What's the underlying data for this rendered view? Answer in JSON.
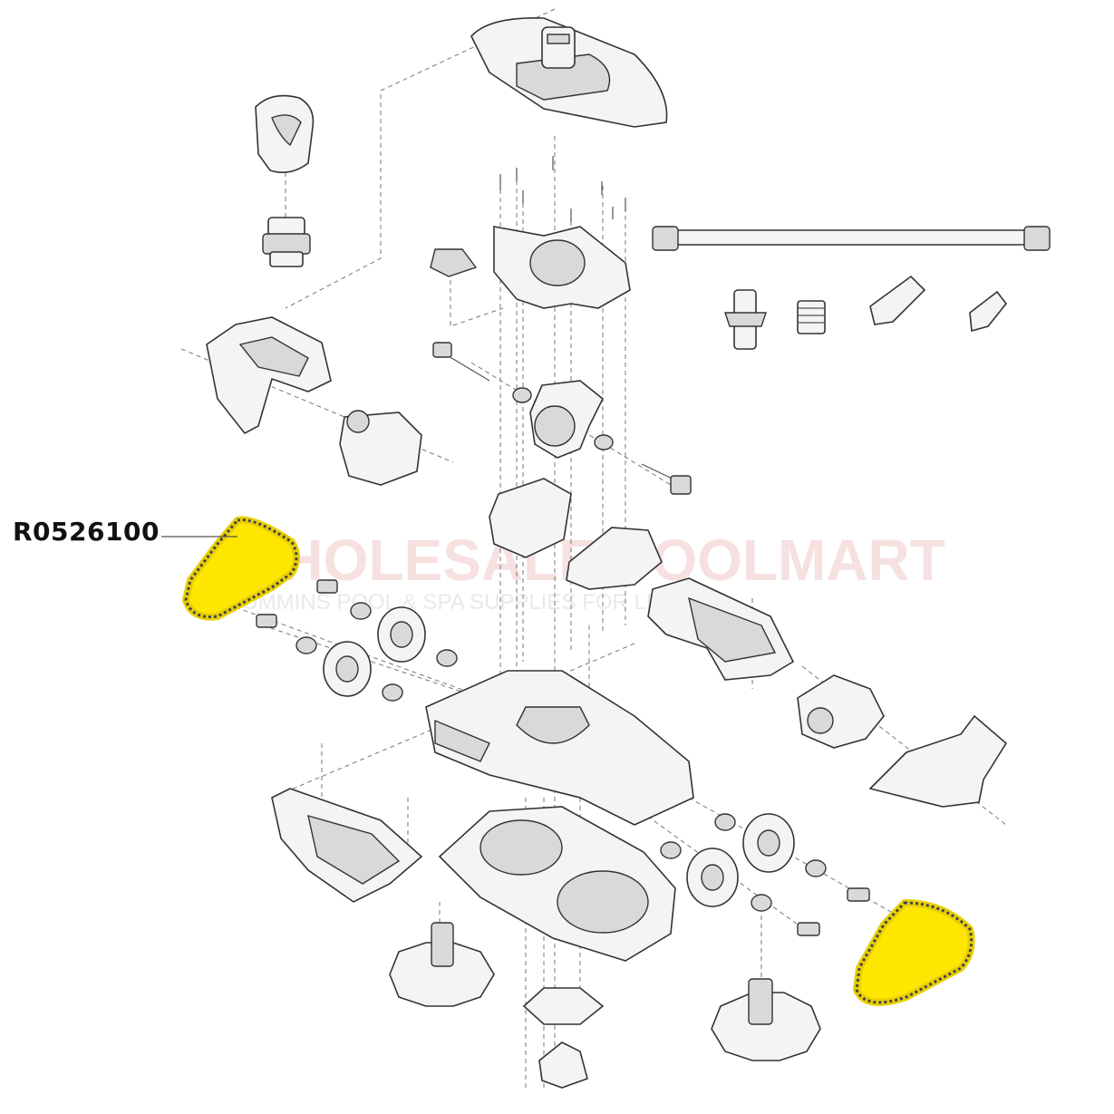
{
  "part_label": {
    "text": "R0526100"
  },
  "watermark": {
    "line1": "WHOLESALE POOLMART",
    "line2": "CUMMINS POOL & SPA SUPPLIES FOR LESS"
  },
  "highlight_color": "#ffe600"
}
